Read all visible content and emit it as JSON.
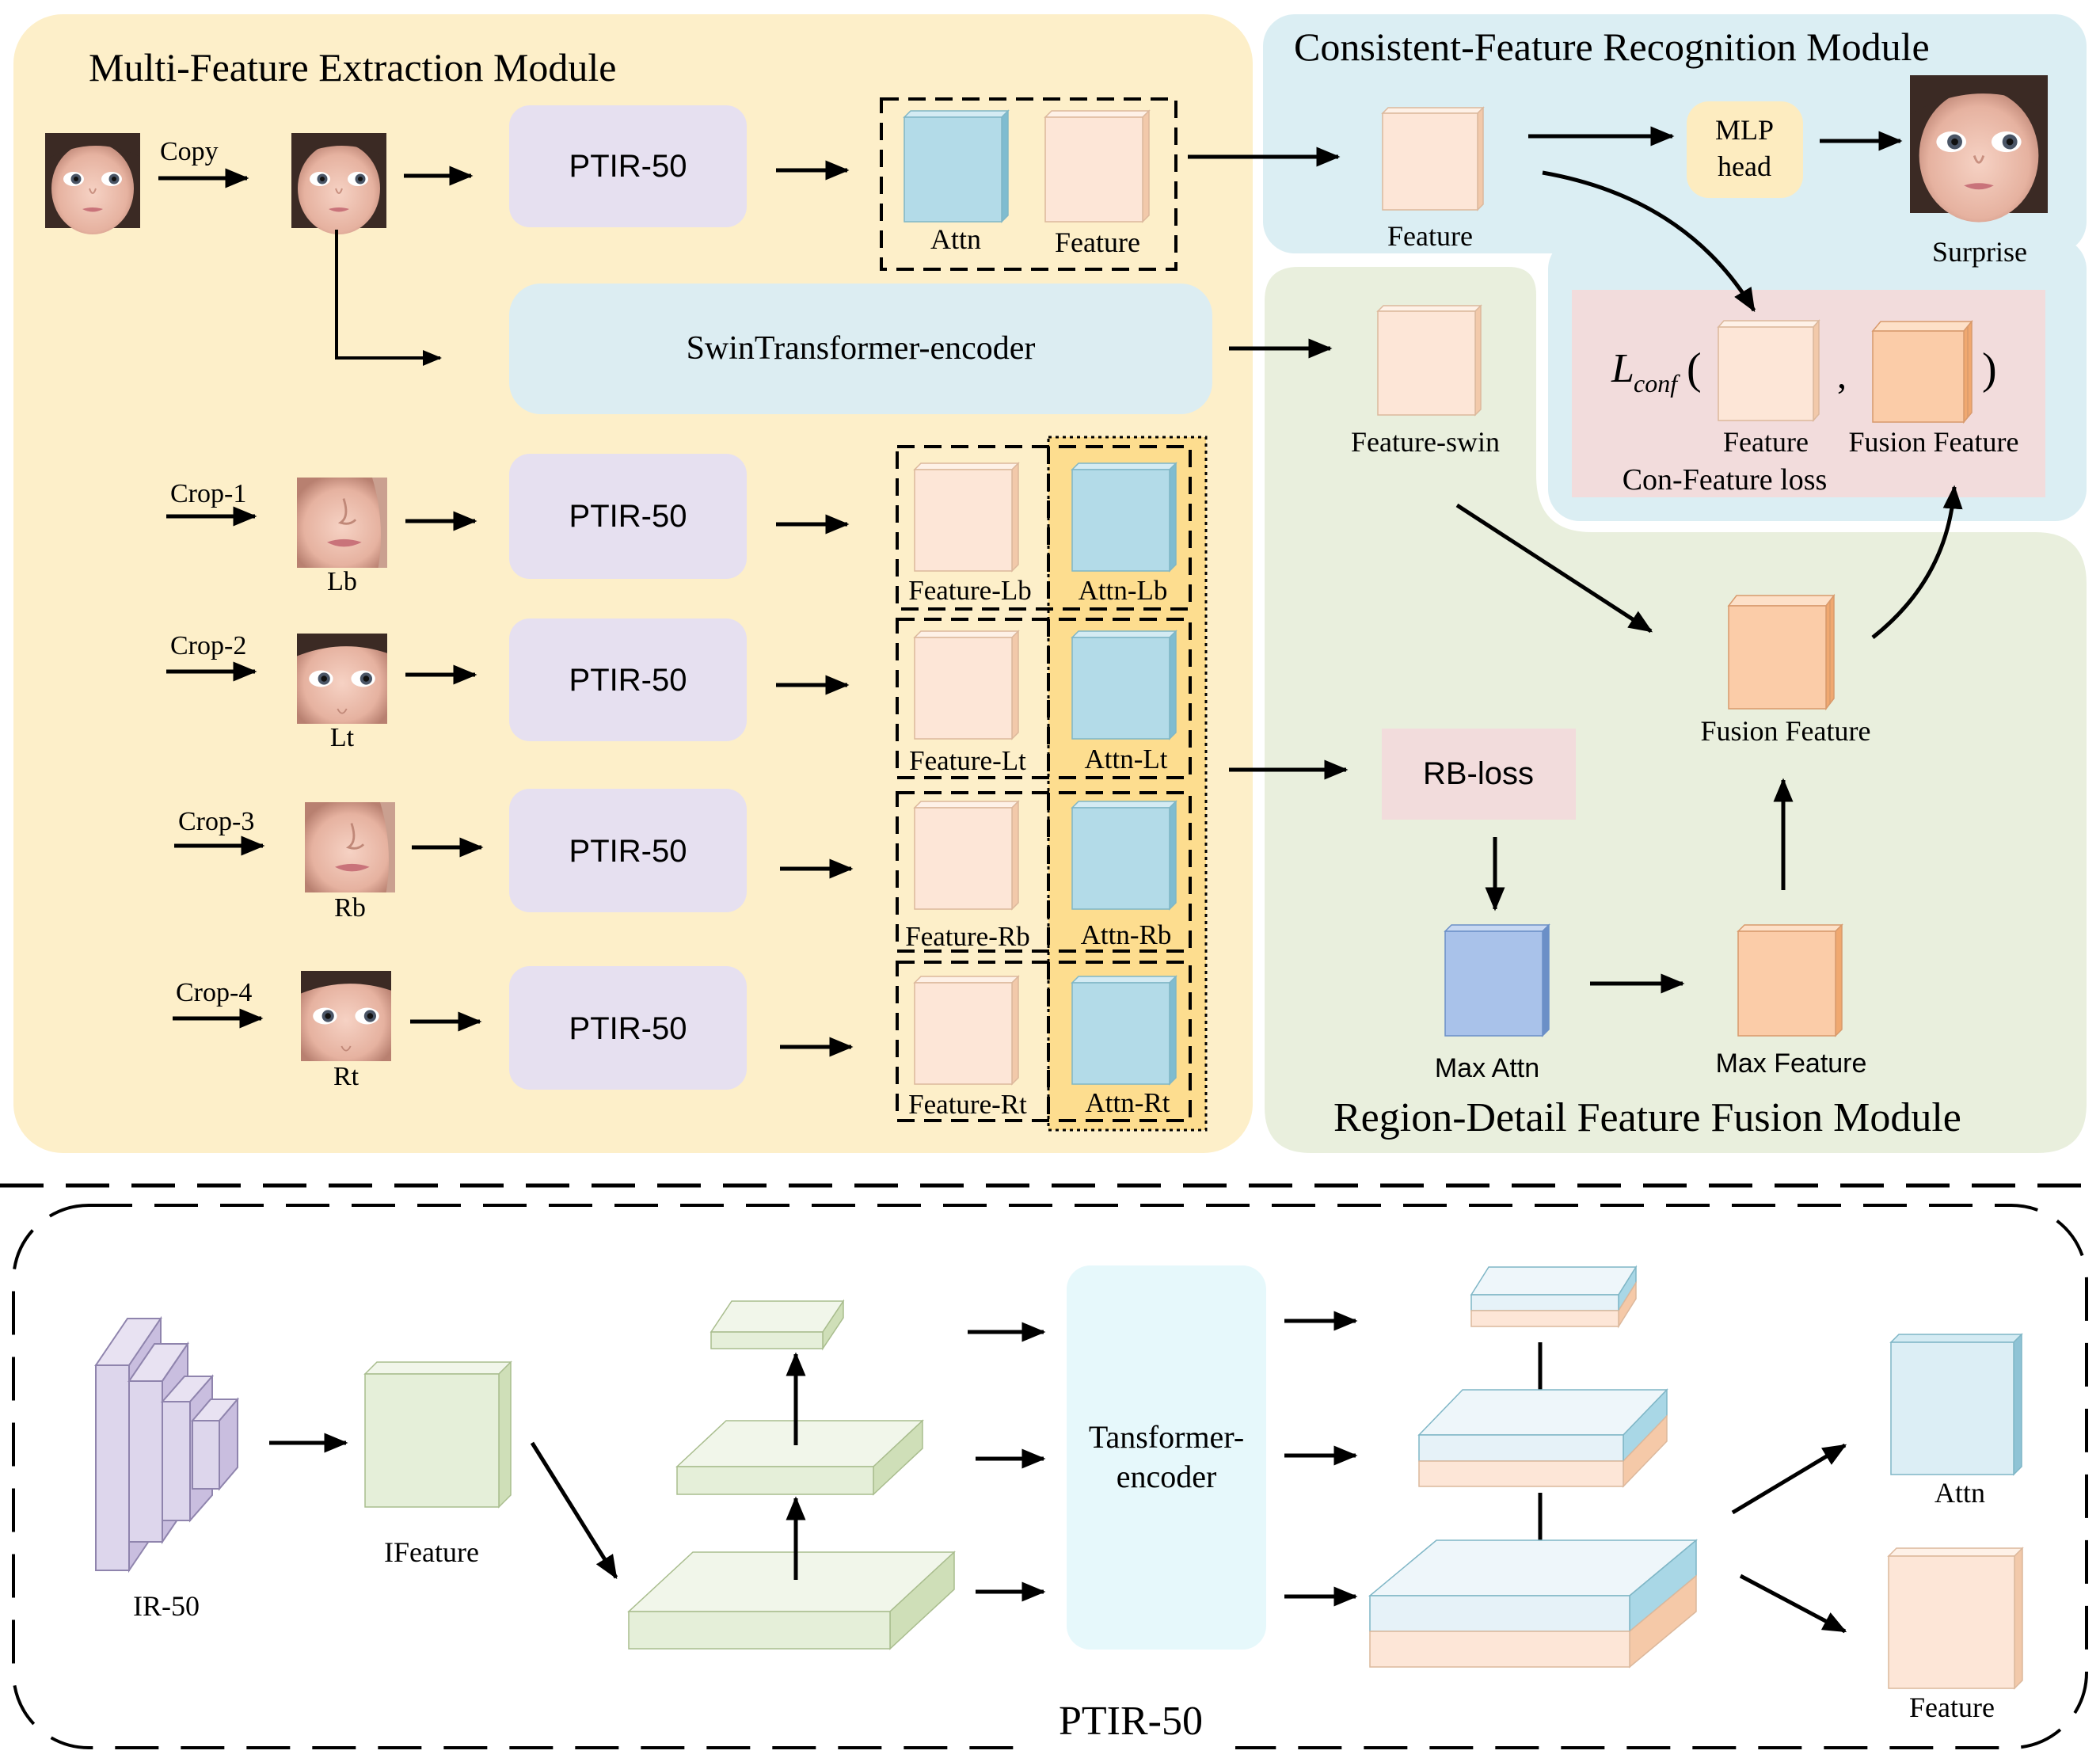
{
  "colors": {
    "extraction_bg": "#fdefc9",
    "recognition_bg": "#dbeef3",
    "fusion_bg": "#e9efdd",
    "ptir_box": "#e6e0f0",
    "swin_box": "#dcedf2",
    "loss_bg": "#f2dcdc",
    "mlp_bg": "#fdecc0",
    "attn_blue": "#b3dbe8",
    "feature_peach": "#fde6d7",
    "fusion_orange": "#fbcca8",
    "maxattn_blue": "#a9c2ea",
    "irfeature_green": "#e5efd9",
    "transformer_box": "#e6f8fb",
    "attn_highlight": "#fddd8f"
  },
  "modules": {
    "extraction_title": "Multi-Feature Extraction Module",
    "recognition_title": "Consistent-Feature Recognition Module",
    "fusion_title": "Region-Detail Feature Fusion Module"
  },
  "extraction": {
    "copy_label": "Copy",
    "ptir_label": "PTIR-50",
    "swin_label": "SwinTransformer-encoder",
    "attn_label": "Attn",
    "feature_label": "Feature",
    "crops": [
      {
        "crop": "Crop-1",
        "region": "Lb",
        "feature": "Feature-Lb",
        "attn": "Attn-Lb"
      },
      {
        "crop": "Crop-2",
        "region": "Lt",
        "feature": "Feature-Lt",
        "attn": "Attn-Lt"
      },
      {
        "crop": "Crop-3",
        "region": "Rb",
        "feature": "Feature-Rb",
        "attn": "Attn-Rb"
      },
      {
        "crop": "Crop-4",
        "region": "Rt",
        "feature": "Feature-Rt",
        "attn": "Attn-Rt"
      }
    ]
  },
  "recognition": {
    "feature_label": "Feature",
    "mlp_label_1": "MLP",
    "mlp_label_2": "head",
    "output_label": "Surprise",
    "loss_symbol": "L",
    "loss_subscript": "conf",
    "loss_open": "(",
    "loss_comma": ",",
    "loss_close": ")",
    "loss_feature_label": "Feature",
    "loss_fusion_label": "Fusion Feature",
    "loss_name": "Con-Feature loss"
  },
  "fusion": {
    "feature_swin_label": "Feature-swin",
    "rb_loss_label": "RB-loss",
    "fusion_feature_label": "Fusion Feature",
    "max_attn_label": "Max Attn",
    "max_feature_label": "Max Feature"
  },
  "ptir": {
    "title": "PTIR-50",
    "ir_label": "IR-50",
    "ifeature_label": "IFeature",
    "transformer_label_1": "Tansformer-",
    "transformer_label_2": "encoder",
    "attn_label": "Attn",
    "feature_label": "Feature"
  }
}
